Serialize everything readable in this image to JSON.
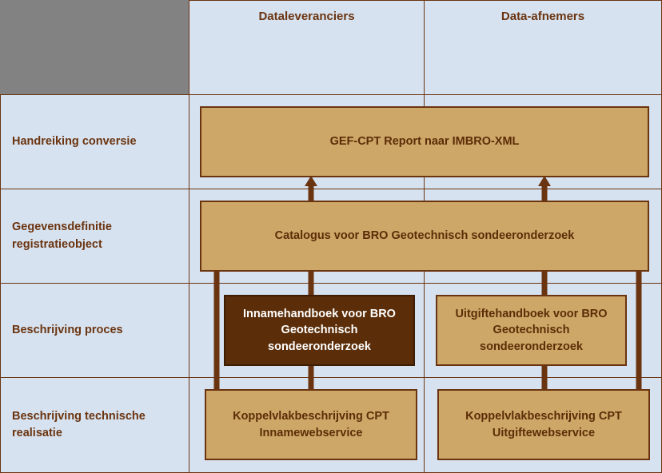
{
  "diagram": {
    "corner_label": "",
    "columns": [
      {
        "id": "dataleveranciers",
        "label": "Dataleveranciers"
      },
      {
        "id": "data-afnemers",
        "label": "Data-afnemers"
      }
    ],
    "rows": [
      {
        "id": "handreiking-conversie",
        "label": "Handreiking conversie"
      },
      {
        "id": "gegevensdefinitie-registratieobject",
        "label": "Gegevensdefinitie registratieobject"
      },
      {
        "id": "beschrijving-proces",
        "label": "Beschrijving proces"
      },
      {
        "id": "beschrijving-technische-realisatie",
        "label": "Beschrijving technische realisatie"
      }
    ],
    "boxes": {
      "gef_cpt_report": "GEF-CPT Report naar IMBRO-XML",
      "catalogus": "Catalogus voor BRO Geotechnisch sondeeronderzoek",
      "innamehandboek": "Innamehandboek voor BRO Geotechnisch sondeeronderzoek",
      "uitgiftehandboek": "Uitgiftehandboek voor BRO Geotechnisch sondeeronderzoek",
      "koppelvlak_inname": "Koppelvlakbeschrijving CPT Innamewebservice",
      "koppelvlak_uitgifte": "Koppelvlakbeschrijving CPT Uitgiftewebservice"
    },
    "colors": {
      "header_gray": "#828282",
      "cell_blue": "#d6e2ef",
      "box_tan": "#cda767",
      "box_dark_brown": "#5b2d08",
      "line_brown": "#6b3410",
      "text_brown": "#6b3410",
      "text_white": "#ffffff"
    }
  }
}
